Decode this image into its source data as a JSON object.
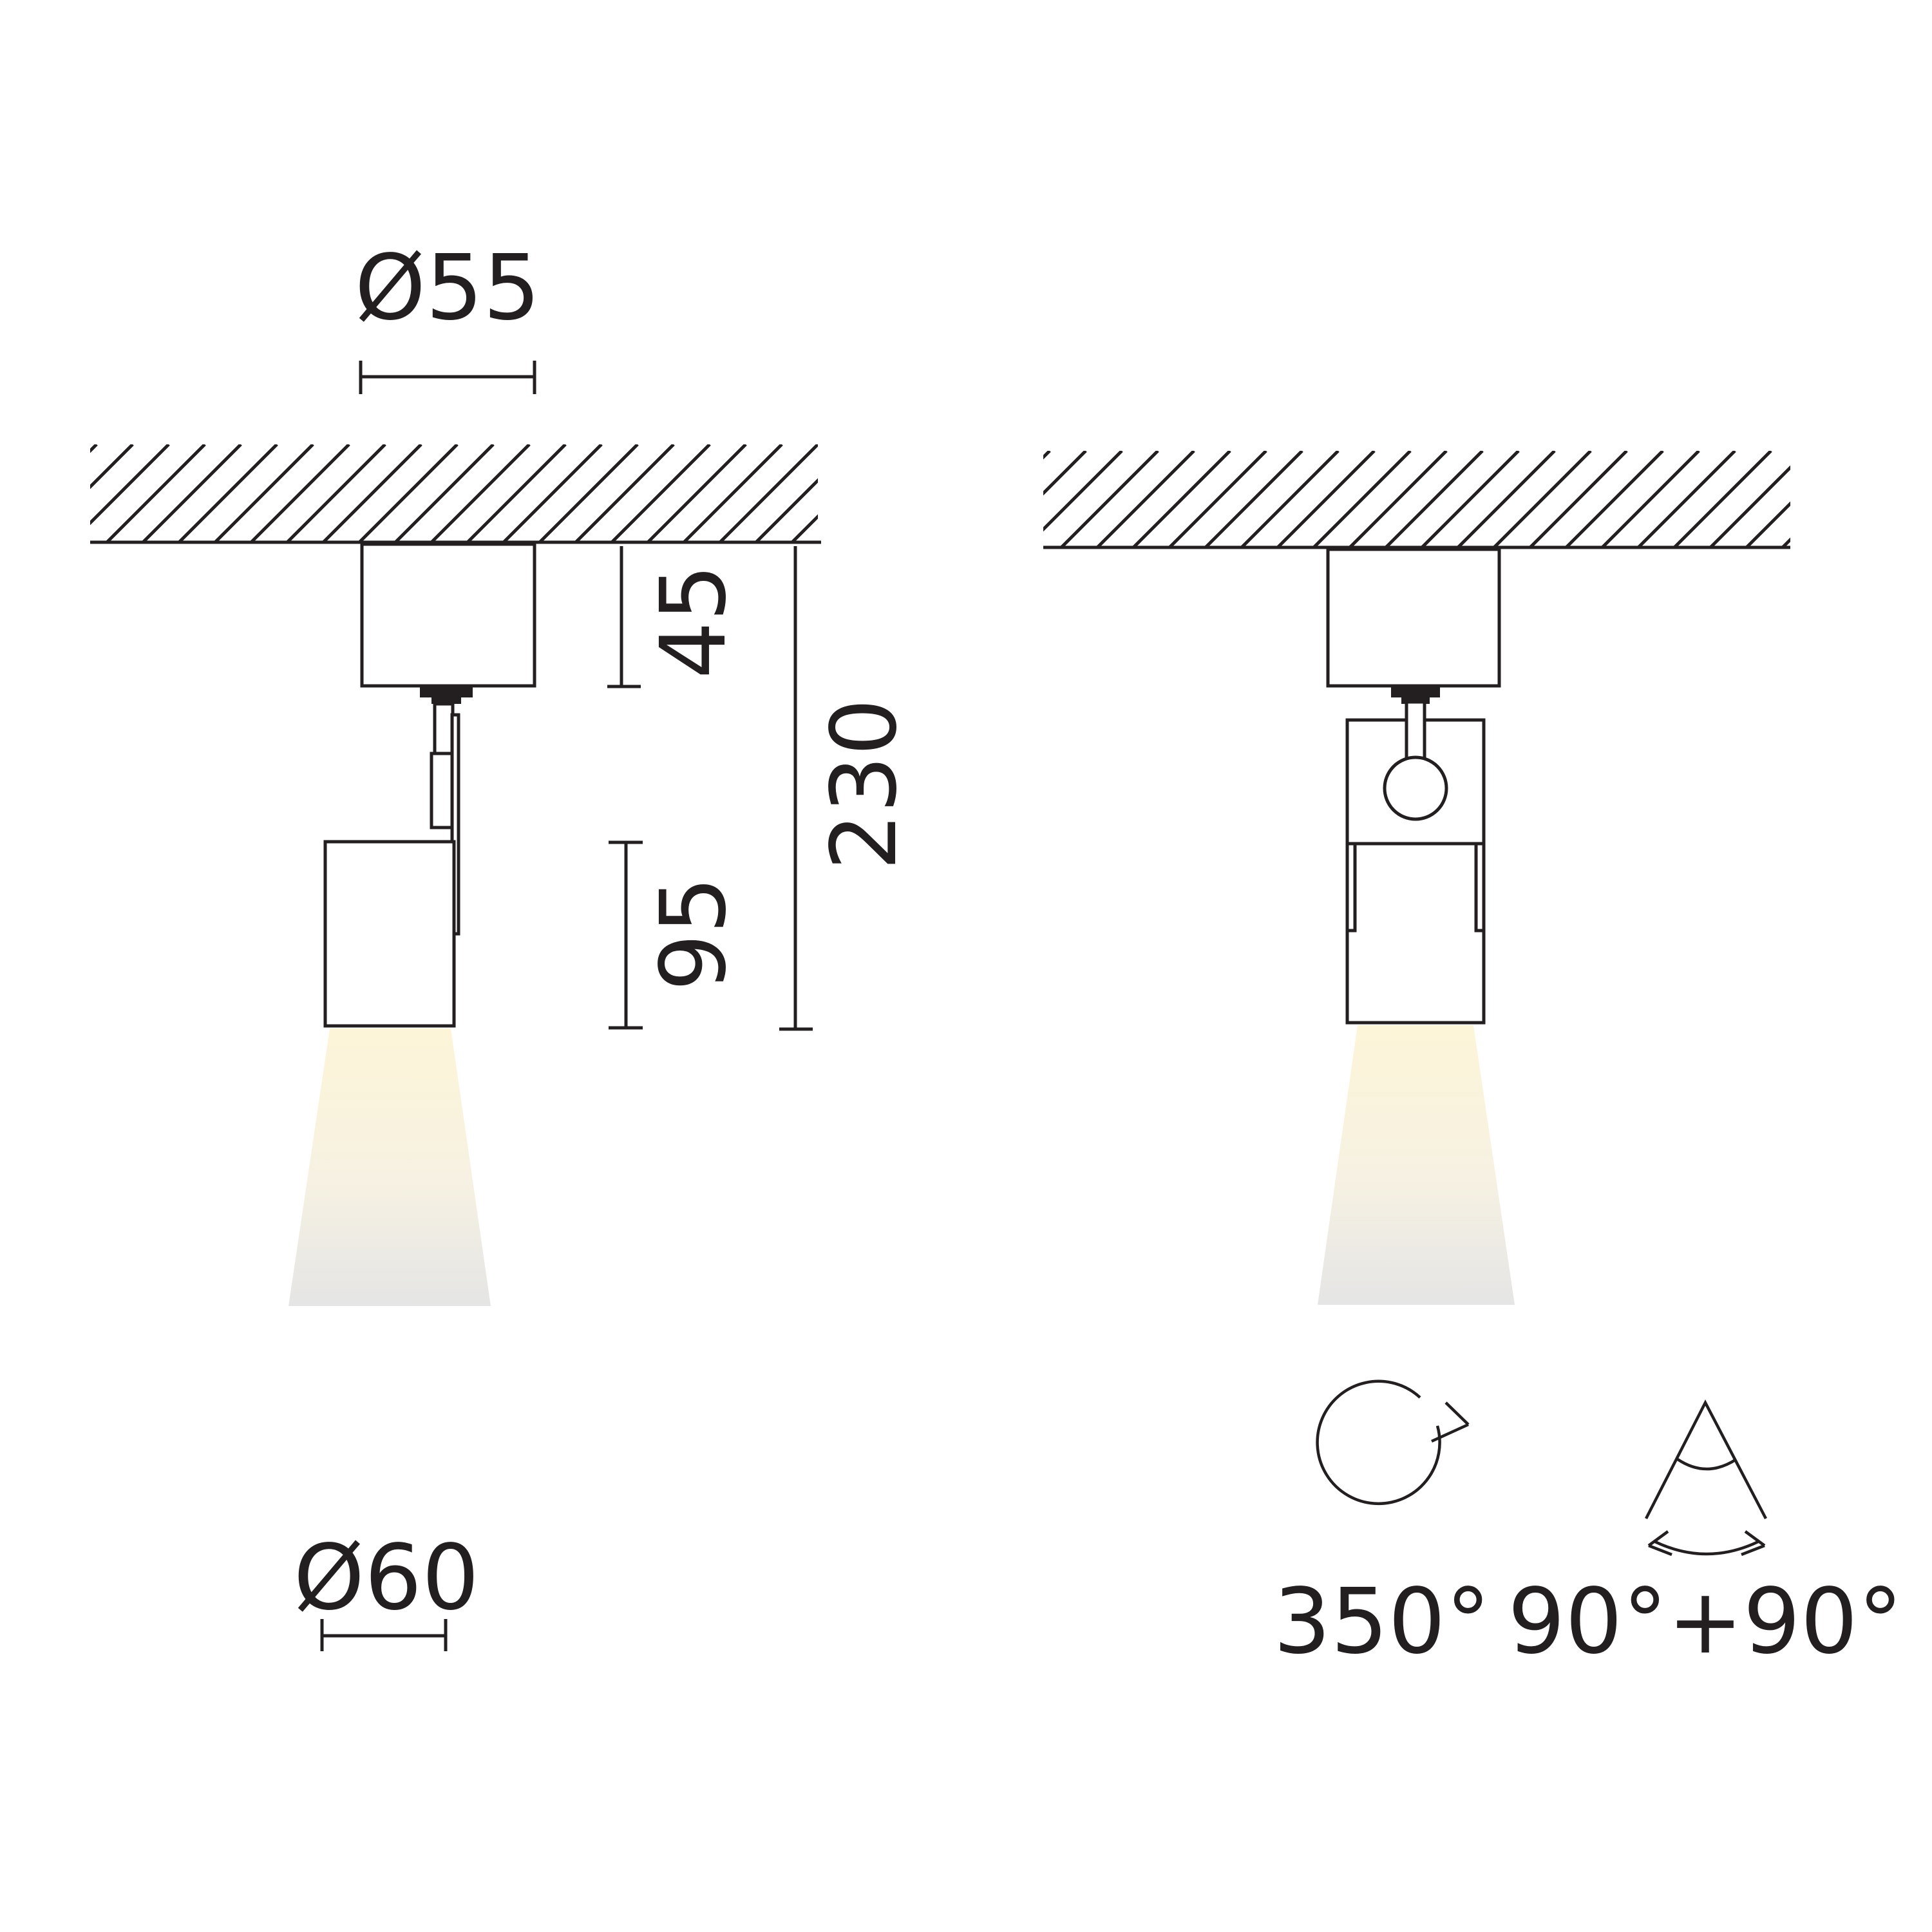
{
  "colors": {
    "line": "#231f20",
    "beam_warm": "#fdf6dc",
    "beam_fade": "#e6e6e6",
    "background": "#ffffff"
  },
  "left_view": {
    "labels": {
      "base_diameter": "Ø55",
      "base_height": "45",
      "total_height": "230",
      "head_height": "95",
      "head_diameter": "Ø60"
    }
  },
  "right_view": {
    "icons": {
      "rotation": "rotate-arrow-icon",
      "tilt": "tilt-angle-icon"
    },
    "labels": {
      "rotation": "350°",
      "tilt": "90°+90°"
    }
  }
}
